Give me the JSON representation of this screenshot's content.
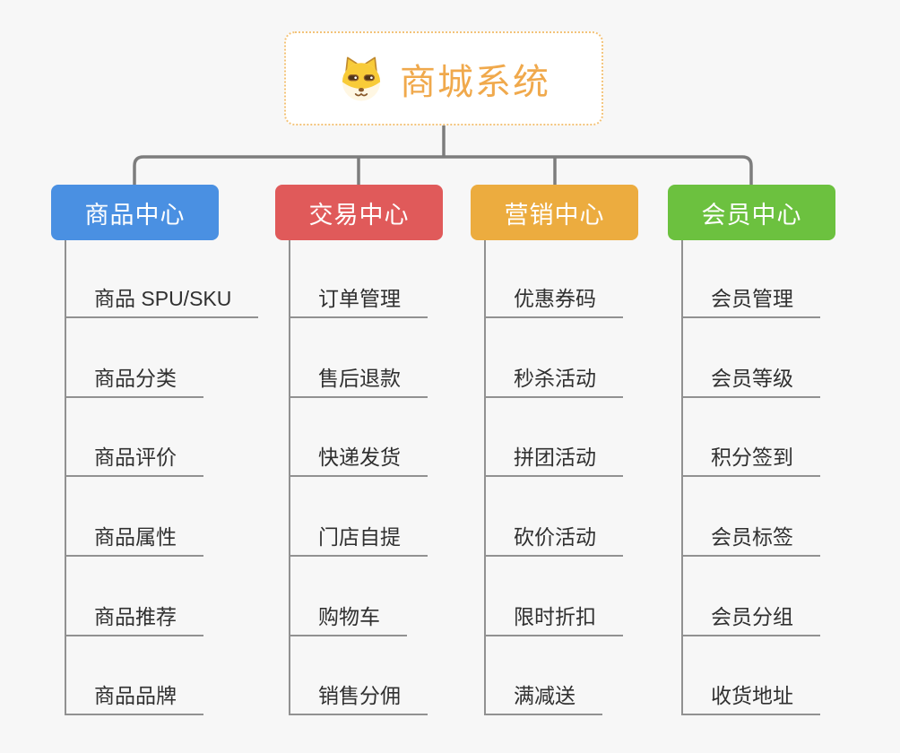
{
  "background_color": "#f7f7f7",
  "connector_color": "#7d7d7d",
  "underline_color": "#919191",
  "root": {
    "title": "商城系统",
    "icon": "dog-face-icon",
    "accent_color": "#F0A94C",
    "border_color": "#F3C379"
  },
  "branches": [
    {
      "label": "商品中心",
      "color": "#4A90E2",
      "children": [
        "商品 SPU/SKU",
        "商品分类",
        "商品评价",
        "商品属性",
        "商品推荐",
        "商品品牌"
      ]
    },
    {
      "label": "交易中心",
      "color": "#E05A5A",
      "children": [
        "订单管理",
        "售后退款",
        "快递发货",
        "门店自提",
        "购物车",
        "销售分佣"
      ]
    },
    {
      "label": "营销中心",
      "color": "#ECAC3F",
      "children": [
        "优惠券码",
        "秒杀活动",
        "拼团活动",
        "砍价活动",
        "限时折扣",
        "满减送"
      ]
    },
    {
      "label": "会员中心",
      "color": "#6CC13F",
      "children": [
        "会员管理",
        "会员等级",
        "积分签到",
        "会员标签",
        "会员分组",
        "收货地址"
      ]
    }
  ]
}
